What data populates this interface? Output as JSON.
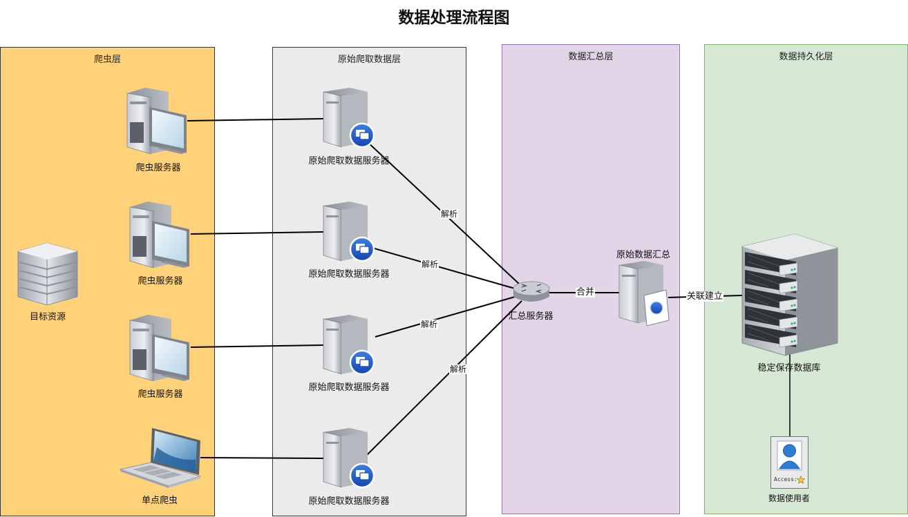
{
  "title": "数据处理流程图",
  "lanes": {
    "crawler": "爬虫层",
    "raw": "原始爬取数据层",
    "aggregate": "数据汇总层",
    "persist": "数据持久化层"
  },
  "nodes": {
    "crawler_server_1": "爬虫服务器",
    "crawler_server_2": "爬虫服务器",
    "crawler_server_3": "爬虫服务器",
    "single_crawler": "单点爬虫",
    "target": "目标资源",
    "raw_server_1": "原始爬取数据服务器",
    "raw_server_2": "原始爬取数据服务器",
    "raw_server_3": "原始爬取数据服务器",
    "raw_server_4": "原始爬取数据服务器",
    "hub": "汇总服务器",
    "raw_summary": "原始数据汇总",
    "database": "稳定保存数据库",
    "user": "数据使用者",
    "user_badge": "Access:"
  },
  "edges": {
    "parse_1": "解析",
    "parse_2": "解析",
    "parse_3": "解析",
    "parse_4": "解析",
    "merge": "合并",
    "relate": "关联建立"
  },
  "colors": {
    "crawler_lane": "#ffd27a",
    "raw_lane": "#ebebeb",
    "aggregate_lane": "#e1d5e7",
    "persist_lane": "#d5e8d4",
    "lane_border": "#333333",
    "aggregate_border": "#9673a6",
    "persist_border": "#82b366",
    "connector": "#000000"
  },
  "icons": {
    "crawler_server": "server-workstation-icon",
    "single_crawler": "laptop-icon",
    "target": "building-icon",
    "raw_server": "server-network-icon",
    "hub": "router-icon",
    "raw_summary": "server-certificate-icon",
    "database": "rack-server-icon",
    "user": "user-access-card-icon"
  }
}
